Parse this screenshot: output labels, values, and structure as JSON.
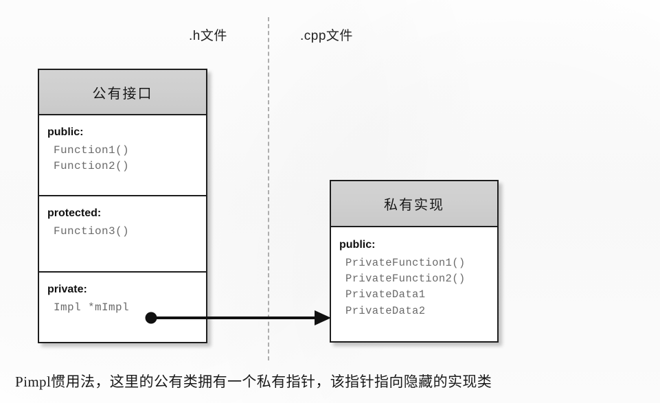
{
  "diagram": {
    "column_labels": {
      "header_file": ".h文件",
      "source_file": ".cpp文件"
    },
    "divider": {
      "style": "dashed",
      "color": "#adadad"
    },
    "boxes": [
      {
        "id": "public-interface",
        "title": "公有接口",
        "header_color": "#cfcfcf",
        "sections": [
          {
            "access": "public:",
            "members": [
              "Function1()",
              "Function2()"
            ]
          },
          {
            "access": "protected:",
            "members": [
              "Function3()"
            ]
          },
          {
            "access": "private:",
            "members": [
              "Impl *mImpl"
            ]
          }
        ]
      },
      {
        "id": "private-implementation",
        "title": "私有实现",
        "header_color": "#cfcfcf",
        "sections": [
          {
            "access": "public:",
            "members": [
              "PrivateFunction1()",
              "PrivateFunction2()",
              "PrivateData1",
              "PrivateData2"
            ]
          }
        ]
      }
    ],
    "association": {
      "type": "directed-association",
      "source_marker": "filled-circle",
      "target_marker": "solid-arrowhead",
      "color": "#111111"
    },
    "caption": "Pimpl惯用法，这里的公有类拥有一个私有指针，该指针指向隐藏的实现类"
  }
}
